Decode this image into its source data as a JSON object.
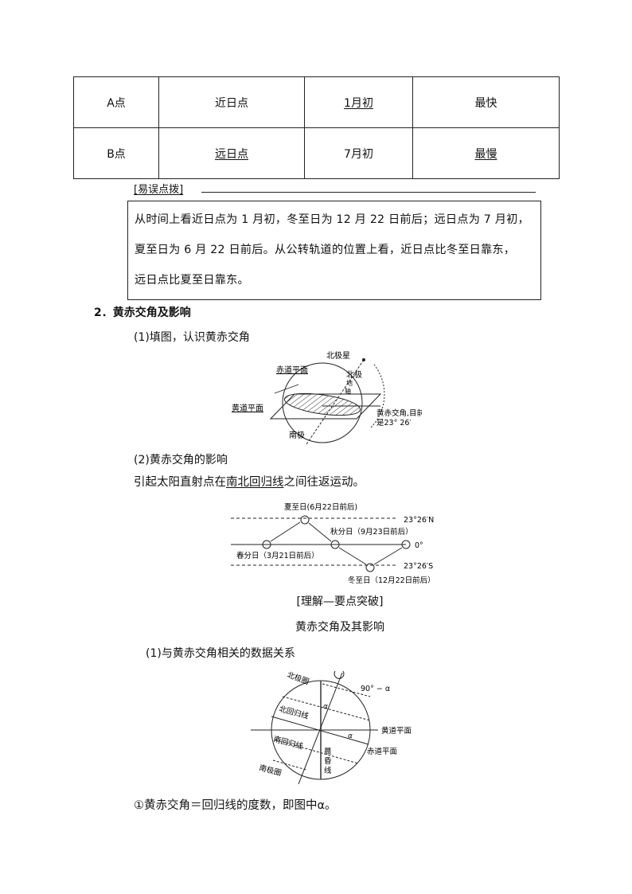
{
  "table": {
    "rows": [
      {
        "point": "A点",
        "name": "近日点",
        "time": "1月初",
        "speed": "最快"
      },
      {
        "point": "B点",
        "name": "远日点",
        "time": "7月初",
        "speed": "最慢"
      }
    ]
  },
  "tip": {
    "heading": "[易误点拨]",
    "lines": [
      "从时间上看近日点为 1 月初，冬至日为 12 月 22 日前后；远日点为 7 月初，",
      "夏至日为 6 月 22 日前后。从公转轨道的位置上看，近日点比冬至日靠东，",
      "远日点比夏至日靠东。"
    ]
  },
  "section2": {
    "heading": "2．黄赤交角及影响",
    "sub1": "(1)填图，认识黄赤交角",
    "fig1": {
      "north_star": "北极星",
      "north_pole": "北极",
      "earth_axis": "地轴",
      "equator_plane": "赤道平面",
      "ecliptic_plane": "黄道平面",
      "south_pole": "南极",
      "angle_label_1": "黄赤交角,目前",
      "angle_label_2": "是23° 26′"
    },
    "sub2": "(2)黄赤交角的影响",
    "effect_prefix": "引起太阳直射点在",
    "effect_underlined": "南北回归线",
    "effect_suffix": "之间往返运动。",
    "fig2": {
      "summer_solstice": "夏至日(6月22日前后)",
      "autumn_equinox": "秋分日（9月23日前后）",
      "spring_equinox": "春分日（3月21日前后）",
      "winter_solstice": "冬至日（12月22日前后）",
      "lat_n": "23°26′N",
      "lat_0": "0°",
      "lat_s": "23°26′S"
    }
  },
  "understand": {
    "bracket_title": "[理解—要点突破]",
    "title": "黄赤交角及其影响",
    "sub1": "(1)与黄赤交角相关的数据关系",
    "fig3": {
      "arctic_circle": "北极圈",
      "tropic_cancer": "北回归线",
      "tropic_capricorn": "南回归线",
      "antarctic_circle": "南极圈",
      "complement": "90° − α",
      "alpha": "α",
      "ecliptic_plane": "黄道平面",
      "equator_plane": "赤道平面",
      "terminator": "晨昏线"
    },
    "point1": "①黄赤交角＝回归线的度数，即图中α。"
  }
}
